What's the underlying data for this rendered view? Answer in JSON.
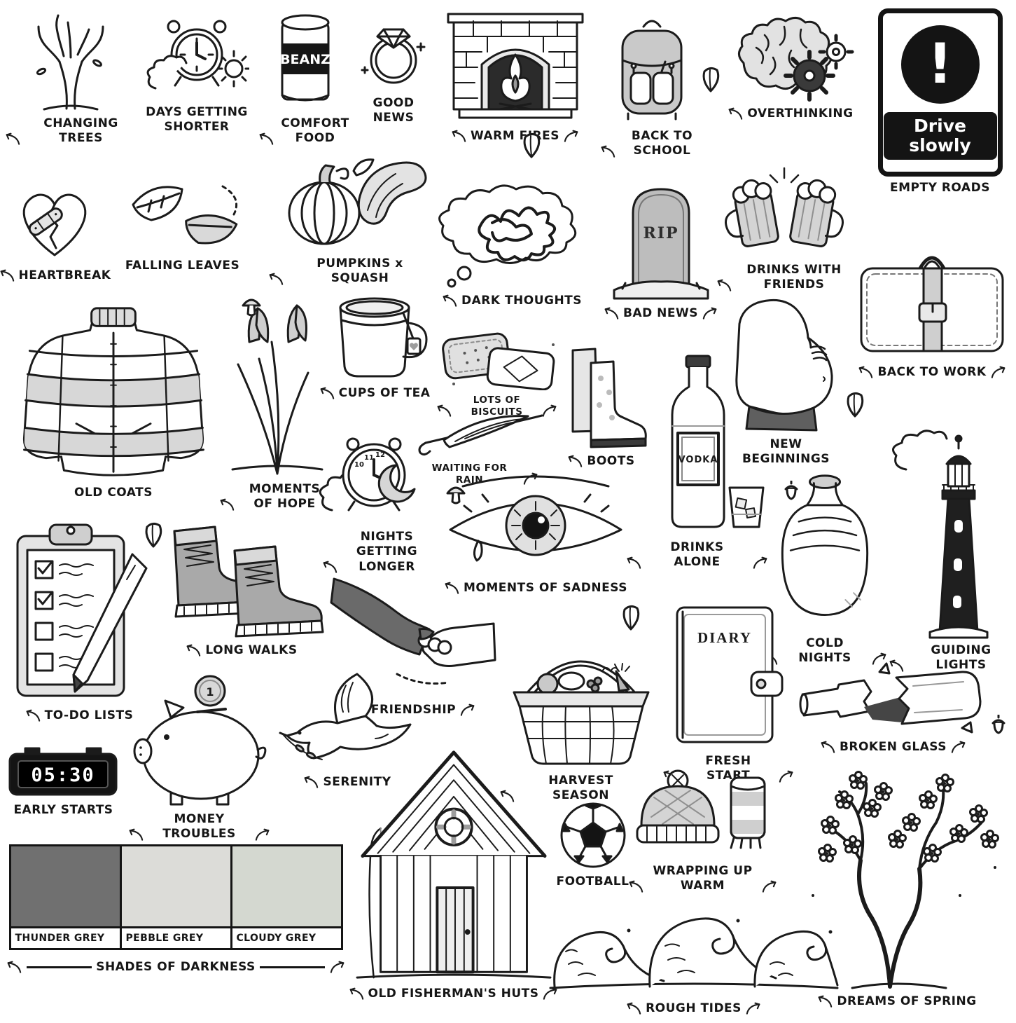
{
  "ink_color": "#1b1b1b",
  "background_color": "#ffffff",
  "items": {
    "changing_trees": {
      "label": "CHANGING TREES"
    },
    "days_getting_shorter": {
      "label": "DAYS GETTING SHORTER"
    },
    "comfort_food": {
      "label": "COMFORT FOOD",
      "can_text": "BEANZ"
    },
    "good_news": {
      "label": "GOOD NEWS"
    },
    "warm_fires": {
      "label": "WARM FIRES"
    },
    "back_to_school": {
      "label": "BACK TO SCHOOL"
    },
    "overthinking": {
      "label": "OVERTHINKING"
    },
    "empty_roads": {
      "label": "EMPTY ROADS",
      "sign_mark": "!",
      "sign_text": "Drive slowly"
    },
    "heartbreak": {
      "label": "HEARTBREAK"
    },
    "falling_leaves": {
      "label": "FALLING LEAVES"
    },
    "pumpkins_squash": {
      "label": "PUMPKINS x SQUASH"
    },
    "dark_thoughts": {
      "label": "DARK THOUGHTS"
    },
    "bad_news": {
      "label": "BAD NEWS",
      "stone_text": "RIP"
    },
    "drinks_with_friends": {
      "label": "DRINKS WITH FRIENDS"
    },
    "back_to_work": {
      "label": "BACK TO WORK"
    },
    "old_coats": {
      "label": "OLD COATS"
    },
    "moments_of_hope": {
      "label": "MOMENTS OF HOPE"
    },
    "cups_of_tea": {
      "label": "CUPS OF TEA"
    },
    "lots_of_biscuits": {
      "label": "LOTS OF BISCUITS"
    },
    "waiting_for_rain": {
      "label": "WAITING FOR RAIN"
    },
    "boots": {
      "label": "BOOTS"
    },
    "new_beginnings": {
      "label": "NEW BEGINNINGS"
    },
    "drinks_alone": {
      "label": "DRINKS ALONE",
      "bottle_text": "VODKA"
    },
    "nights_getting_longer": {
      "label": "NIGHTS GETTING LONGER",
      "numerals": [
        "10",
        "11",
        "12"
      ]
    },
    "moments_of_sadness": {
      "label": "MOMENTS OF SADNESS"
    },
    "to_do_lists": {
      "label": "TO-DO LISTS"
    },
    "long_walks": {
      "label": "LONG WALKS"
    },
    "friendship": {
      "label": "FRIENDSHIP"
    },
    "harvest_season": {
      "label": "HARVEST SEASON"
    },
    "fresh_start": {
      "label": "FRESH START",
      "book_text": "DIARY"
    },
    "cold_nights": {
      "label": "COLD NIGHTS"
    },
    "guiding_lights": {
      "label": "GUIDING LIGHTS"
    },
    "broken_glass": {
      "label": "BROKEN GLASS"
    },
    "early_starts": {
      "label": "EARLY STARTS",
      "clock_text": "05:30"
    },
    "money_troubles": {
      "label": "MONEY TROUBLES",
      "coin_text": "1"
    },
    "serenity": {
      "label": "SERENITY"
    },
    "old_fishermans_huts": {
      "label": "OLD FISHERMAN'S HUTS"
    },
    "football": {
      "label": "FOOTBALL"
    },
    "wrapping_up_warm": {
      "label": "WRAPPING UP WARM"
    },
    "rough_tides": {
      "label": "ROUGH TIDES"
    },
    "dreams_of_spring": {
      "label": "DREAMS OF SPRING"
    },
    "shades_of_darkness": {
      "label": "SHADES OF DARKNESS",
      "swatches": [
        {
          "name": "THUNDER GREY",
          "color": "#707070"
        },
        {
          "name": "PEBBLE GREY",
          "color": "#dcdcd8"
        },
        {
          "name": "CLOUDY GREY",
          "color": "#d4d8d0"
        }
      ]
    }
  }
}
